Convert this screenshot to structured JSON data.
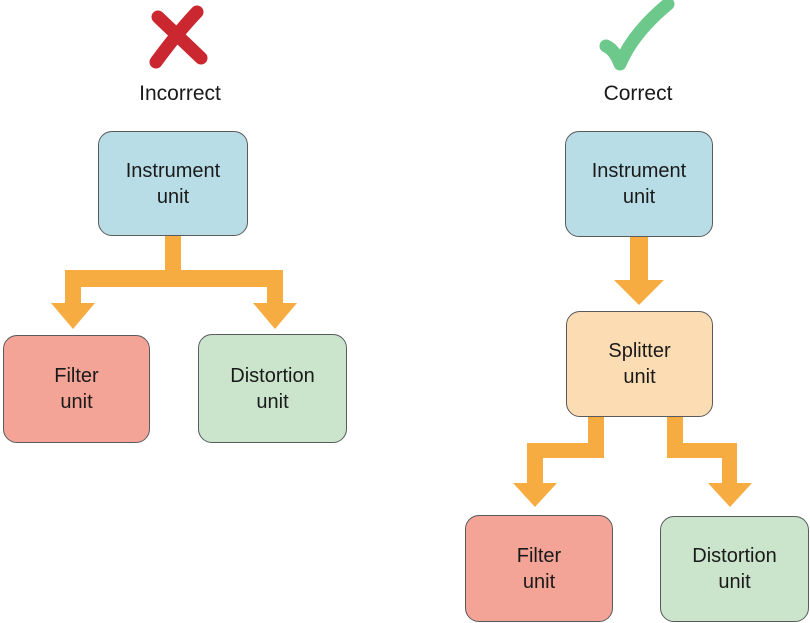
{
  "figure": {
    "description": "Comparison of incorrect and correct audio unit connection graphs"
  },
  "colors": {
    "arrow": "#F7AC42",
    "cross": "#CB2730",
    "check": "#6CC98B",
    "border": "#595A5C",
    "text": "#1A1A1A",
    "fills": {
      "instrument": "#B9DDE7",
      "filter": "#F3A496",
      "distortion": "#CBE4CC",
      "splitter": "#FCDCB2"
    }
  },
  "panels": [
    {
      "verdict": "Incorrect",
      "icon": "cross-icon",
      "nodes": [
        {
          "id": "instrument",
          "label": "Instrument unit",
          "lines": [
            "Instrument",
            "unit"
          ]
        },
        {
          "id": "filter",
          "label": "Filter unit",
          "lines": [
            "Filter",
            "unit"
          ]
        },
        {
          "id": "distortion",
          "label": "Distortion unit",
          "lines": [
            "Distortion",
            "unit"
          ]
        }
      ],
      "edges": [
        {
          "from": "Instrument unit",
          "to": "Filter unit"
        },
        {
          "from": "Instrument unit",
          "to": "Distortion unit"
        }
      ]
    },
    {
      "verdict": "Correct",
      "icon": "check-icon",
      "nodes": [
        {
          "id": "instrument",
          "label": "Instrument unit",
          "lines": [
            "Instrument",
            "unit"
          ]
        },
        {
          "id": "splitter",
          "label": "Splitter unit",
          "lines": [
            "Splitter",
            "unit"
          ]
        },
        {
          "id": "filter",
          "label": "Filter unit",
          "lines": [
            "Filter",
            "unit"
          ]
        },
        {
          "id": "distortion",
          "label": "Distortion unit",
          "lines": [
            "Distortion",
            "unit"
          ]
        }
      ],
      "edges": [
        {
          "from": "Instrument unit",
          "to": "Splitter unit"
        },
        {
          "from": "Splitter unit",
          "to": "Filter unit"
        },
        {
          "from": "Splitter unit",
          "to": "Distortion unit"
        }
      ]
    }
  ]
}
